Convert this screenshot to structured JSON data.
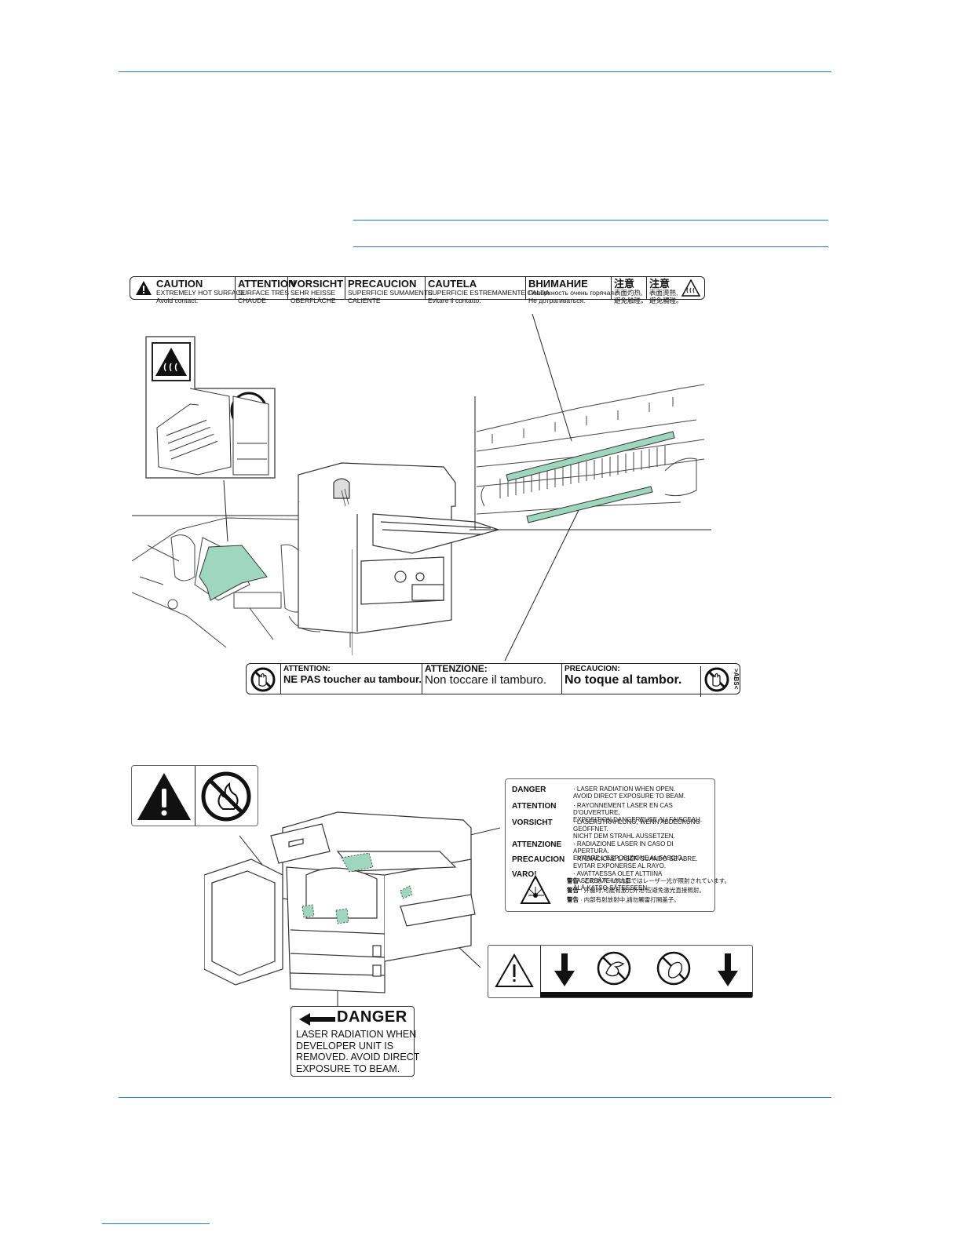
{
  "colors": {
    "rule": "#2a73c2",
    "label_green": "#9fd6bf"
  },
  "caution_label": {
    "columns": [
      {
        "head": "CAUTION",
        "lines": [
          "EXTREMELY HOT SURFACE",
          "Avoid contact."
        ]
      },
      {
        "head": "ATTENTION",
        "lines": [
          "SURFACE TRÈS",
          "CHAUDE"
        ]
      },
      {
        "head": "VORSICHT",
        "lines": [
          "SEHR HEISSE",
          "OBERFLÄCHE"
        ]
      },
      {
        "head": "PRECAUCION",
        "lines": [
          "SUPERFICIE SUMAMENTE",
          "CALIENTE"
        ]
      },
      {
        "head": "CAUTELA",
        "lines": [
          "SUPERFICIE ESTREMAMENTE CALDA",
          "Evitare il contatto."
        ]
      },
      {
        "head": "ВНИМАНИЕ",
        "lines": [
          "Поверхность очень горячая.",
          "Не дотрагиваться."
        ]
      },
      {
        "head": "注意",
        "lines": [
          "表面灼热,",
          "避免触碰。"
        ]
      },
      {
        "head": "注意",
        "lines": [
          "表面燙熱,",
          "避免觸碰。"
        ]
      }
    ]
  },
  "drum_label": {
    "columns": [
      {
        "head": "ATTENTION:",
        "text": "NE PAS toucher au tambour."
      },
      {
        "head": "ATTENZIONE:",
        "text": "Non toccare il tamburo."
      },
      {
        "head": "PRECAUCION:",
        "text": "No toque al tambor."
      }
    ],
    "side_mark": ">ABS<"
  },
  "laser_label": {
    "rows": [
      {
        "key": "DANGER",
        "value": "· LASER RADIATION WHEN OPEN.\n  AVOID DIRECT EXPOSURE TO BEAM."
      },
      {
        "key": "ATTENTION",
        "value": "· RAYONNEMENT LASER EN CAS D'OUVERTURE,\n  EXPOSITION DANGEREUSE AU FAISCEAU."
      },
      {
        "key": "VORSICHT",
        "value": "· LASERSTRAHLUNG, WENN ABDECKUNG\n  GEÖFFNET.\n  NICHT DEM STRAHL AUSSETZEN."
      },
      {
        "key": "ATTENZIONE",
        "value": "· RADIAZIONE LASER IN CASO DI APERTURA.\n  EVITARE L'ESPOSIZIONE AL FASCIO."
      },
      {
        "key": "PRECAUCION",
        "value": "· RADIACIONE LASER CUANDO SE ABRE.\n  EVITAR EXPONERSE AL RAYO."
      },
      {
        "key": "VARO!",
        "value": "· AVATTAESSA OLET ALTTIINA LASERSÄTEILYLLE.\n  ÄLÄ KATSO SÄTEESEEN."
      }
    ],
    "asian": [
      {
        "key": "警告",
        "value": "· このカバーの内部ではレーザー光が照射されています。"
      },
      {
        "key": "警告",
        "value": "· 开盖时,可能有激光外泄!应避免激光直接照射。"
      },
      {
        "key": "警告",
        "value": "· 内部有射放射中,請勿觸雷打開盖子。"
      }
    ]
  },
  "danger_label": {
    "title": "DANGER",
    "lines": [
      "LASER RADIATION WHEN",
      "DEVELOPER UNIT IS",
      "REMOVED. AVOID DIRECT",
      "EXPOSURE TO BEAM."
    ]
  }
}
